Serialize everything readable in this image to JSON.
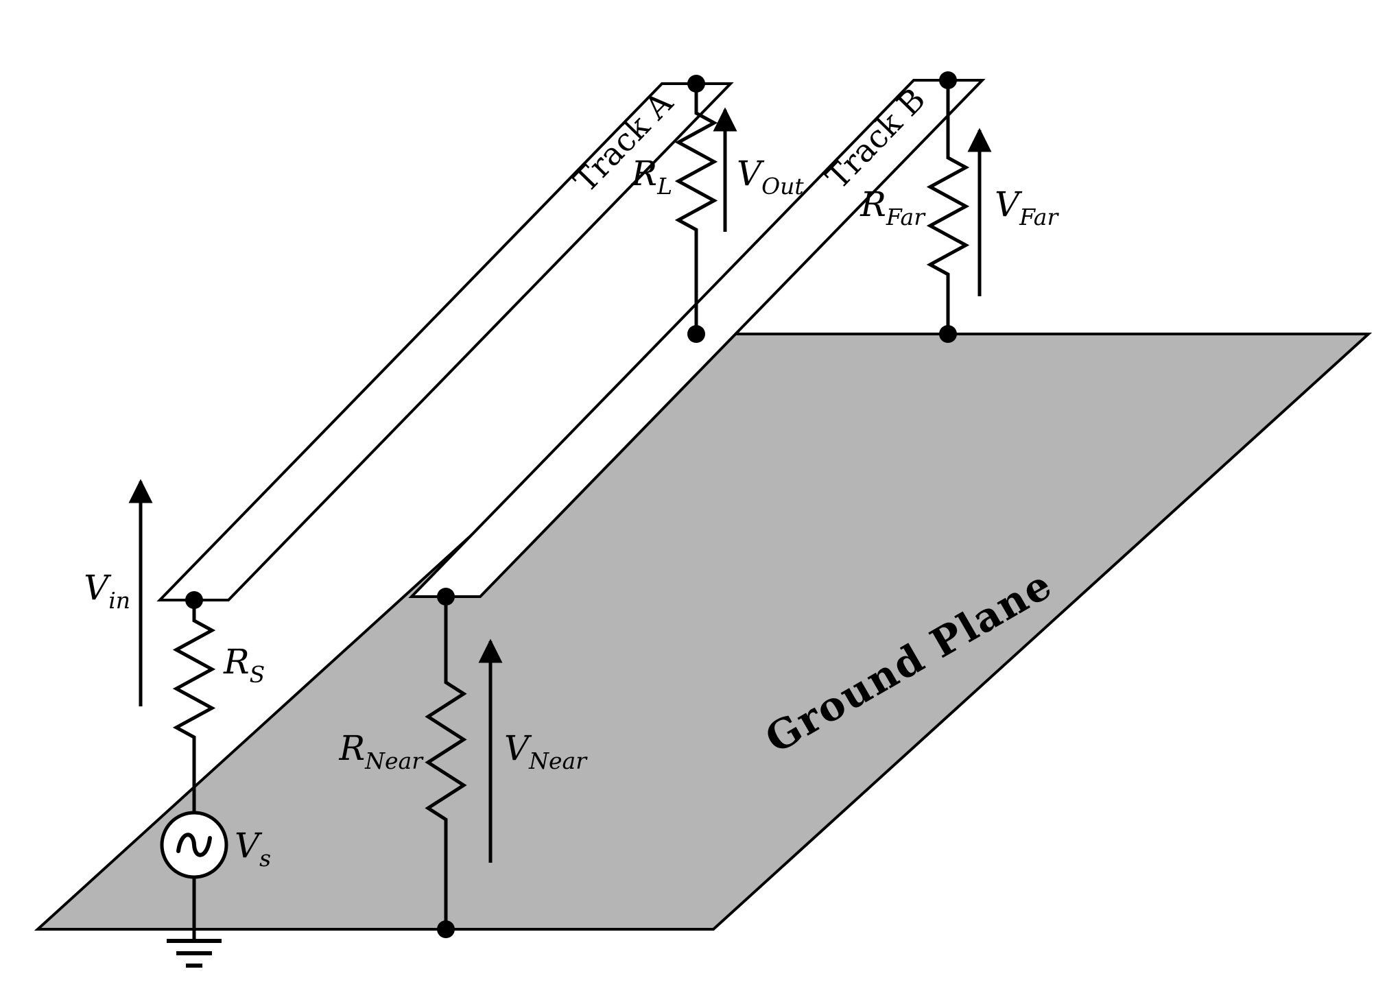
{
  "figure": {
    "description": "Crosstalk circuit diagram with two PCB tracks over a ground plane"
  },
  "labels": {
    "track_a": "Track A",
    "track_b": "Track B",
    "ground_plane": "Ground Plane",
    "r_s": {
      "main": "R",
      "sub": "S"
    },
    "r_l": {
      "main": "R",
      "sub": "L"
    },
    "r_near": {
      "main": "R",
      "sub": "Near"
    },
    "r_far": {
      "main": "R",
      "sub": "Far"
    },
    "v_in": {
      "main": "V",
      "sub": "in"
    },
    "v_out": {
      "main": "V",
      "sub": "Out"
    },
    "v_near": {
      "main": "V",
      "sub": "Near"
    },
    "v_far": {
      "main": "V",
      "sub": "Far"
    },
    "v_s": {
      "main": "V",
      "sub": "s"
    }
  },
  "colors": {
    "ground_plane_fill": "#b5b5b5",
    "stroke": "#000000",
    "background": "#ffffff"
  }
}
